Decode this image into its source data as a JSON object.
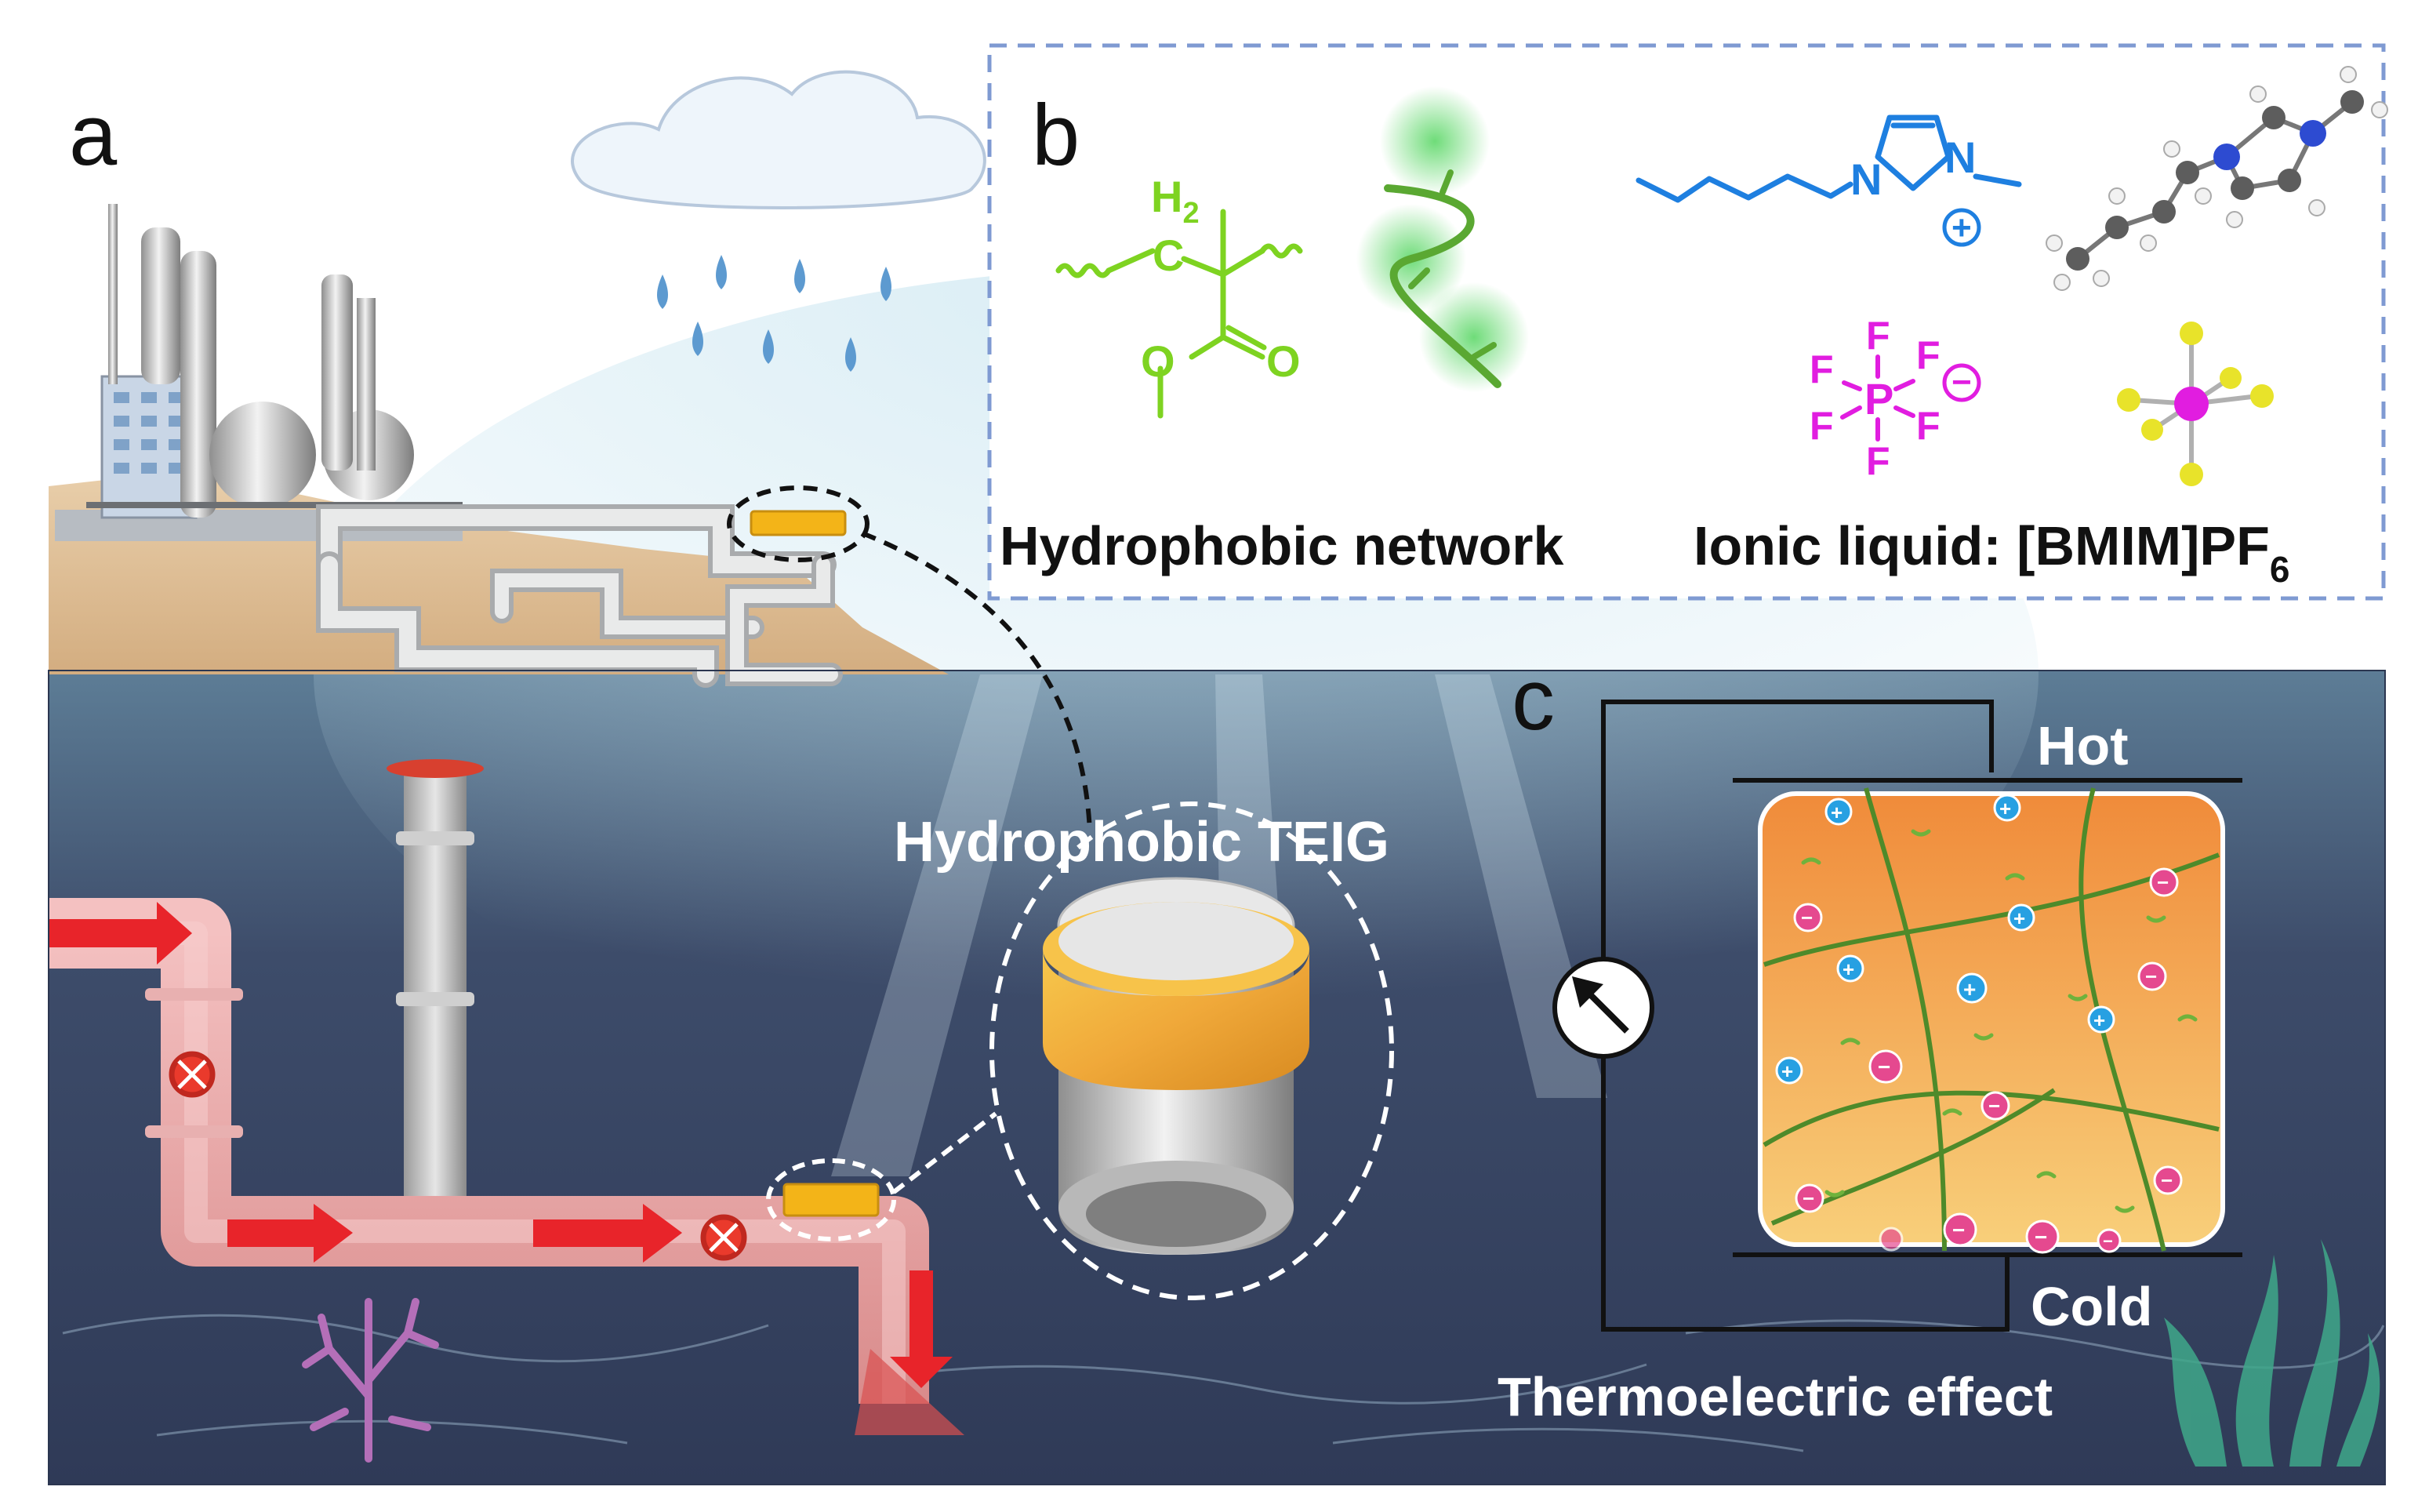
{
  "panels": {
    "a": {
      "letter": "a"
    },
    "b": {
      "letter": "b",
      "network_label": "Hydrophobic network",
      "ionic_label_prefix": "Ionic liquid: [BMIM]PF",
      "ionic_label_sub": "6"
    },
    "c": {
      "letter": "c",
      "hot_label": "Hot",
      "cold_label": "Cold",
      "effect_label": "Thermoelectric effect"
    }
  },
  "callout": {
    "label": "Hydrophobic TEIG"
  },
  "chemistry": {
    "monomer": {
      "h2": "H",
      "h2_sub": "2",
      "c": "C",
      "o1": "O",
      "o2": "O"
    },
    "cation": {
      "n1": "N",
      "n2": "N",
      "plus": "+"
    },
    "anion": {
      "p": "P",
      "f": "F",
      "minus": "−"
    }
  },
  "colors": {
    "pipe_flow": "#e8242a",
    "polymer_green": "#7ed321",
    "cation_blue": "#1e7fe0",
    "anion_magenta": "#e11de0",
    "gel_orange": "#f3a25a",
    "teig_yellow": "#f3b418",
    "sea_dark": "#34415d",
    "panel_b_border": "#7f9ad2"
  },
  "icons": [
    "factory-icon",
    "rain-cloud-icon",
    "valve-icon",
    "coral-icon",
    "seaweed-icon",
    "ammeter-icon"
  ]
}
